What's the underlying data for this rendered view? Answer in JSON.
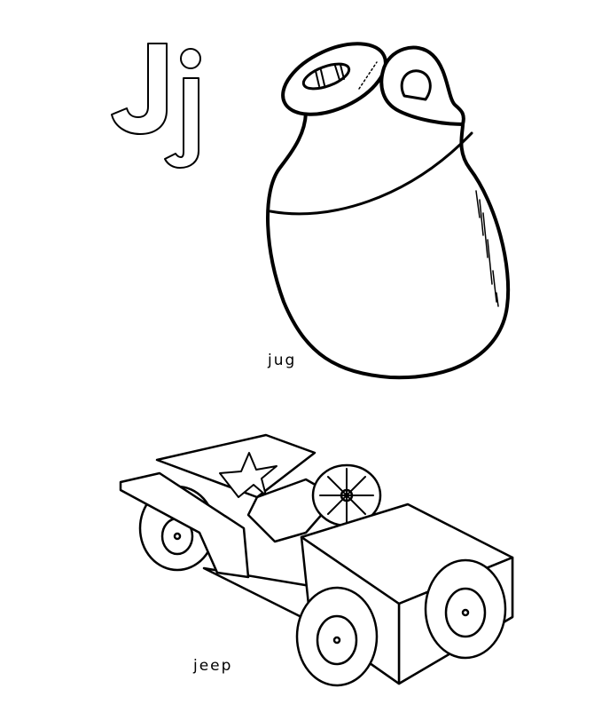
{
  "page": {
    "type": "alphabet coloring page",
    "letter_upper": "J",
    "letter_lower": "j",
    "background": "#ffffff",
    "ink": "#000000"
  },
  "items": [
    {
      "name": "jug",
      "label": "jug"
    },
    {
      "name": "jeep",
      "label": "jeep"
    }
  ]
}
